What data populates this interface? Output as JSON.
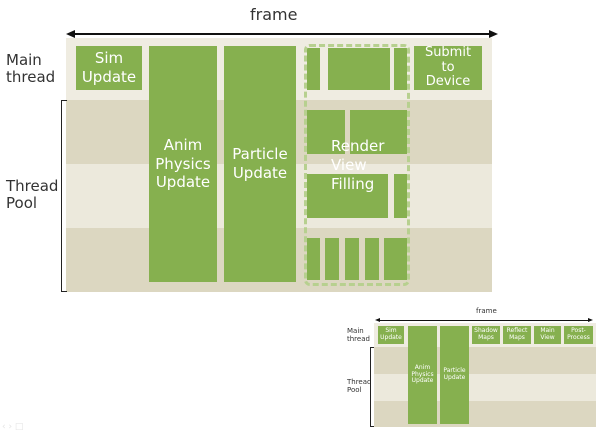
{
  "main_diagram": {
    "frame_label": "frame",
    "main_thread_label": "Main\nthread",
    "thread_pool_label": "Thread\nPool",
    "blocks": {
      "sim_update": "Sim\nUpdate",
      "anim_physics": "Anim\nPhysics\nUpdate",
      "particle": "Particle\nUpdate",
      "render_view_filling": "Render\nView\nFilling",
      "submit": "Submit\nto\nDevice"
    }
  },
  "mini_diagram": {
    "frame_label": "frame",
    "main_thread_label": "Main\nthread",
    "thread_pool_label": "Thread\nPool",
    "blocks": {
      "sim_update": "Sim\nUpdate",
      "anim_physics": "Anim\nPhysics\nUpdate",
      "particle": "Particle\nUpdate",
      "shadow_maps": "Shadow\nMaps",
      "reflect_maps": "Reflect\nMaps",
      "main_view": "Main\nView",
      "post_process": "Post-\nProcess"
    }
  },
  "colors": {
    "block": "#86b04f",
    "dashed_outline": "#b7d08f",
    "lane_main": "#efece1",
    "lane_dark": "#dcd7c1",
    "lane_light": "#ece9dc"
  }
}
